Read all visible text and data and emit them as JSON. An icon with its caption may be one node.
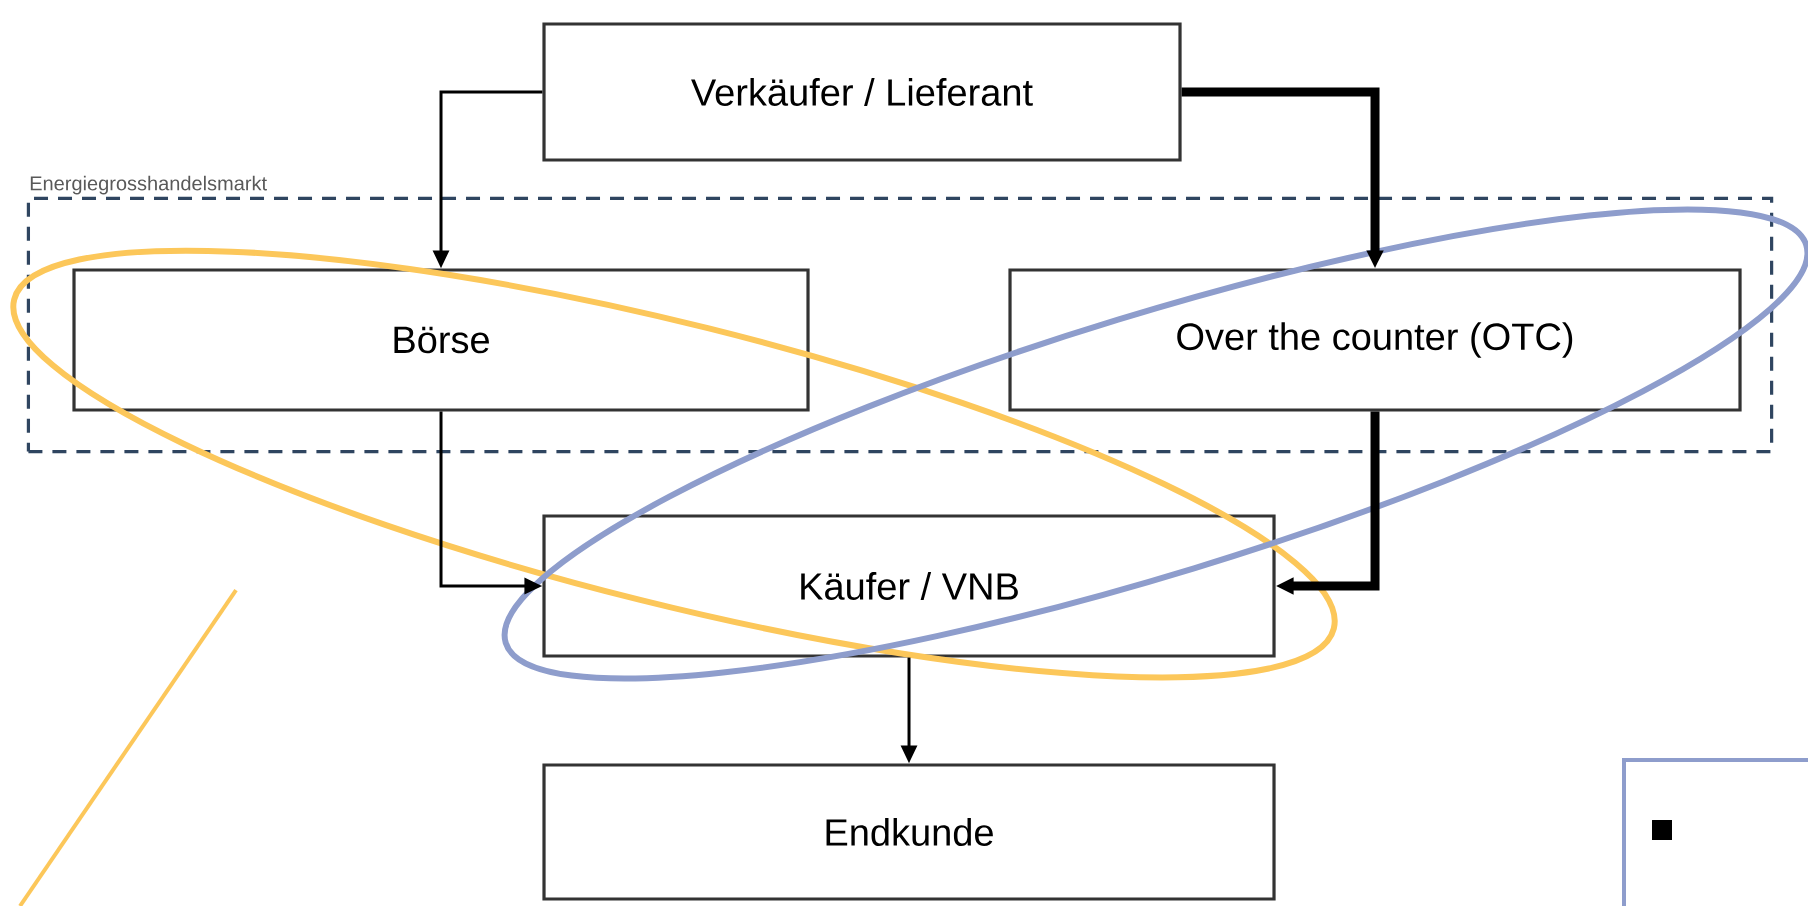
{
  "diagram": {
    "nodes": [
      {
        "text": [
          "Verkäufer / Lieferant"
        ]
      },
      {
        "text": [
          "Energiegrosshandelsmarkt"
        ]
      },
      {
        "text": [
          "Börse"
        ],
        "in": 1
      },
      {
        "text": [
          "Over the counter (OTC)"
        ],
        "in": 1
      },
      {
        "text": [
          "Käufer / VNB"
        ]
      },
      {
        "text": [
          "Endkunde"
        ]
      },
      {
        "text": [],
        "shape": "box"
      }
    ],
    "edges": [
      {
        "from": 0,
        "to": 2,
        "arrow": "to"
      },
      {
        "from": 0,
        "to": 3,
        "arrow": "to",
        "style": "thick"
      },
      {
        "from": 2,
        "to": 4,
        "arrow": "to"
      },
      {
        "from": 3,
        "to": 4,
        "arrow": "to",
        "style": "thick"
      },
      {
        "from": 4,
        "to": 5,
        "arrow": "to"
      }
    ]
  }
}
